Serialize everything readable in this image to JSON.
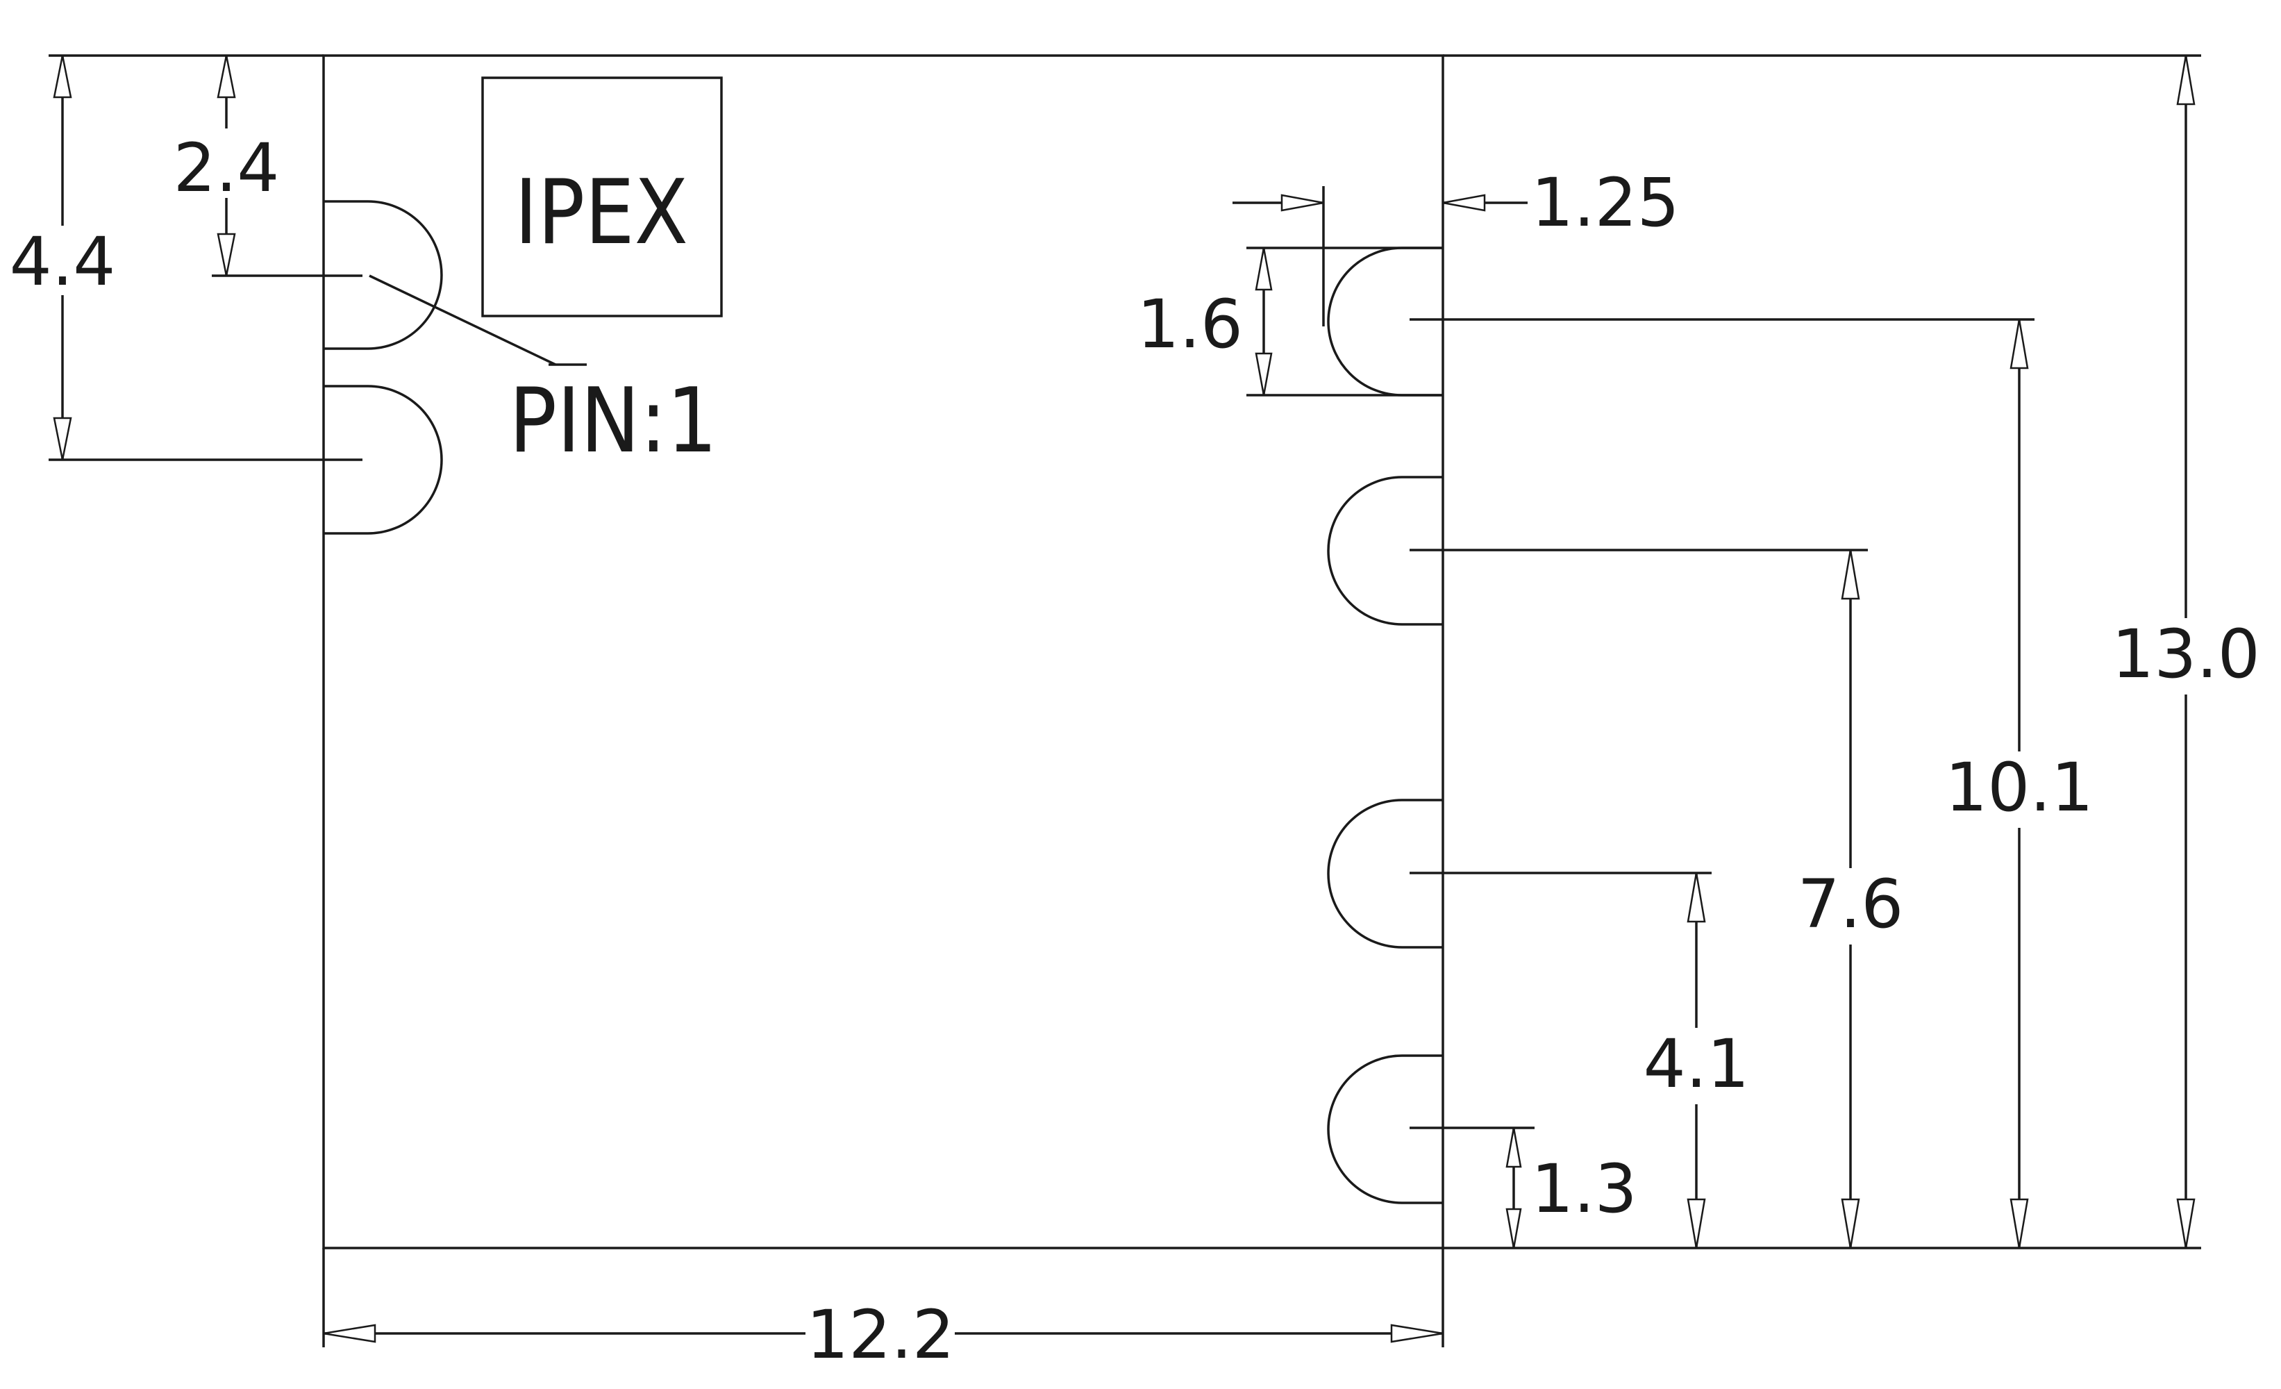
{
  "labels": {
    "component": "IPEX",
    "pin": "PIN:1"
  },
  "dimensions": {
    "pin_offset": "2.4",
    "left_pin_span": "4.4",
    "width": "12.2",
    "height": "13.0",
    "pin_inset": "1.25",
    "pad_height": "1.6",
    "pin_row_1": "10.1",
    "pin_row_2": "7.6",
    "pin_row_3": "4.1",
    "pin_row_4": "1.3"
  }
}
